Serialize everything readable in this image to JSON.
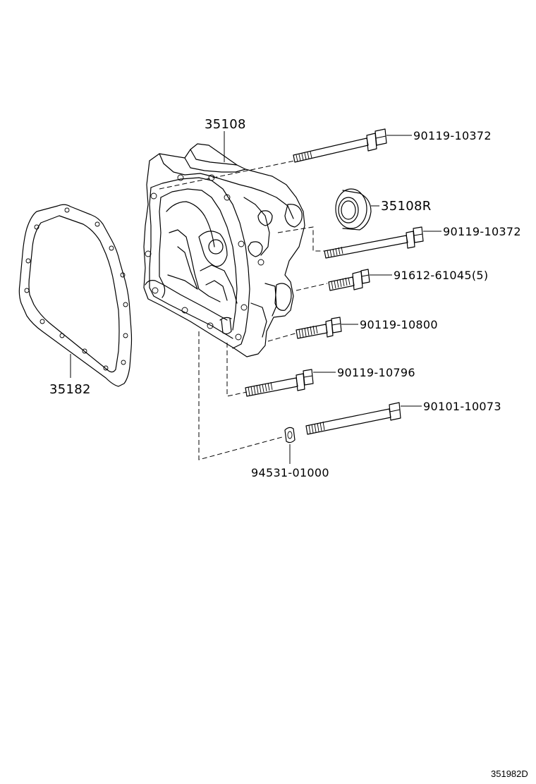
{
  "parts": {
    "case": "35108",
    "oil_seal": "35108R",
    "gasket": "35182",
    "bolt_upper": "90119-10372",
    "bolt_middle": "90119-10372",
    "stud_bolt": "91612-61045(5)",
    "bolt_short": "90119-10800",
    "bolt_lower": "90119-10796",
    "bolt_long": "90101-10073",
    "washer": "94531-01000"
  },
  "diagram_code": "351982D"
}
